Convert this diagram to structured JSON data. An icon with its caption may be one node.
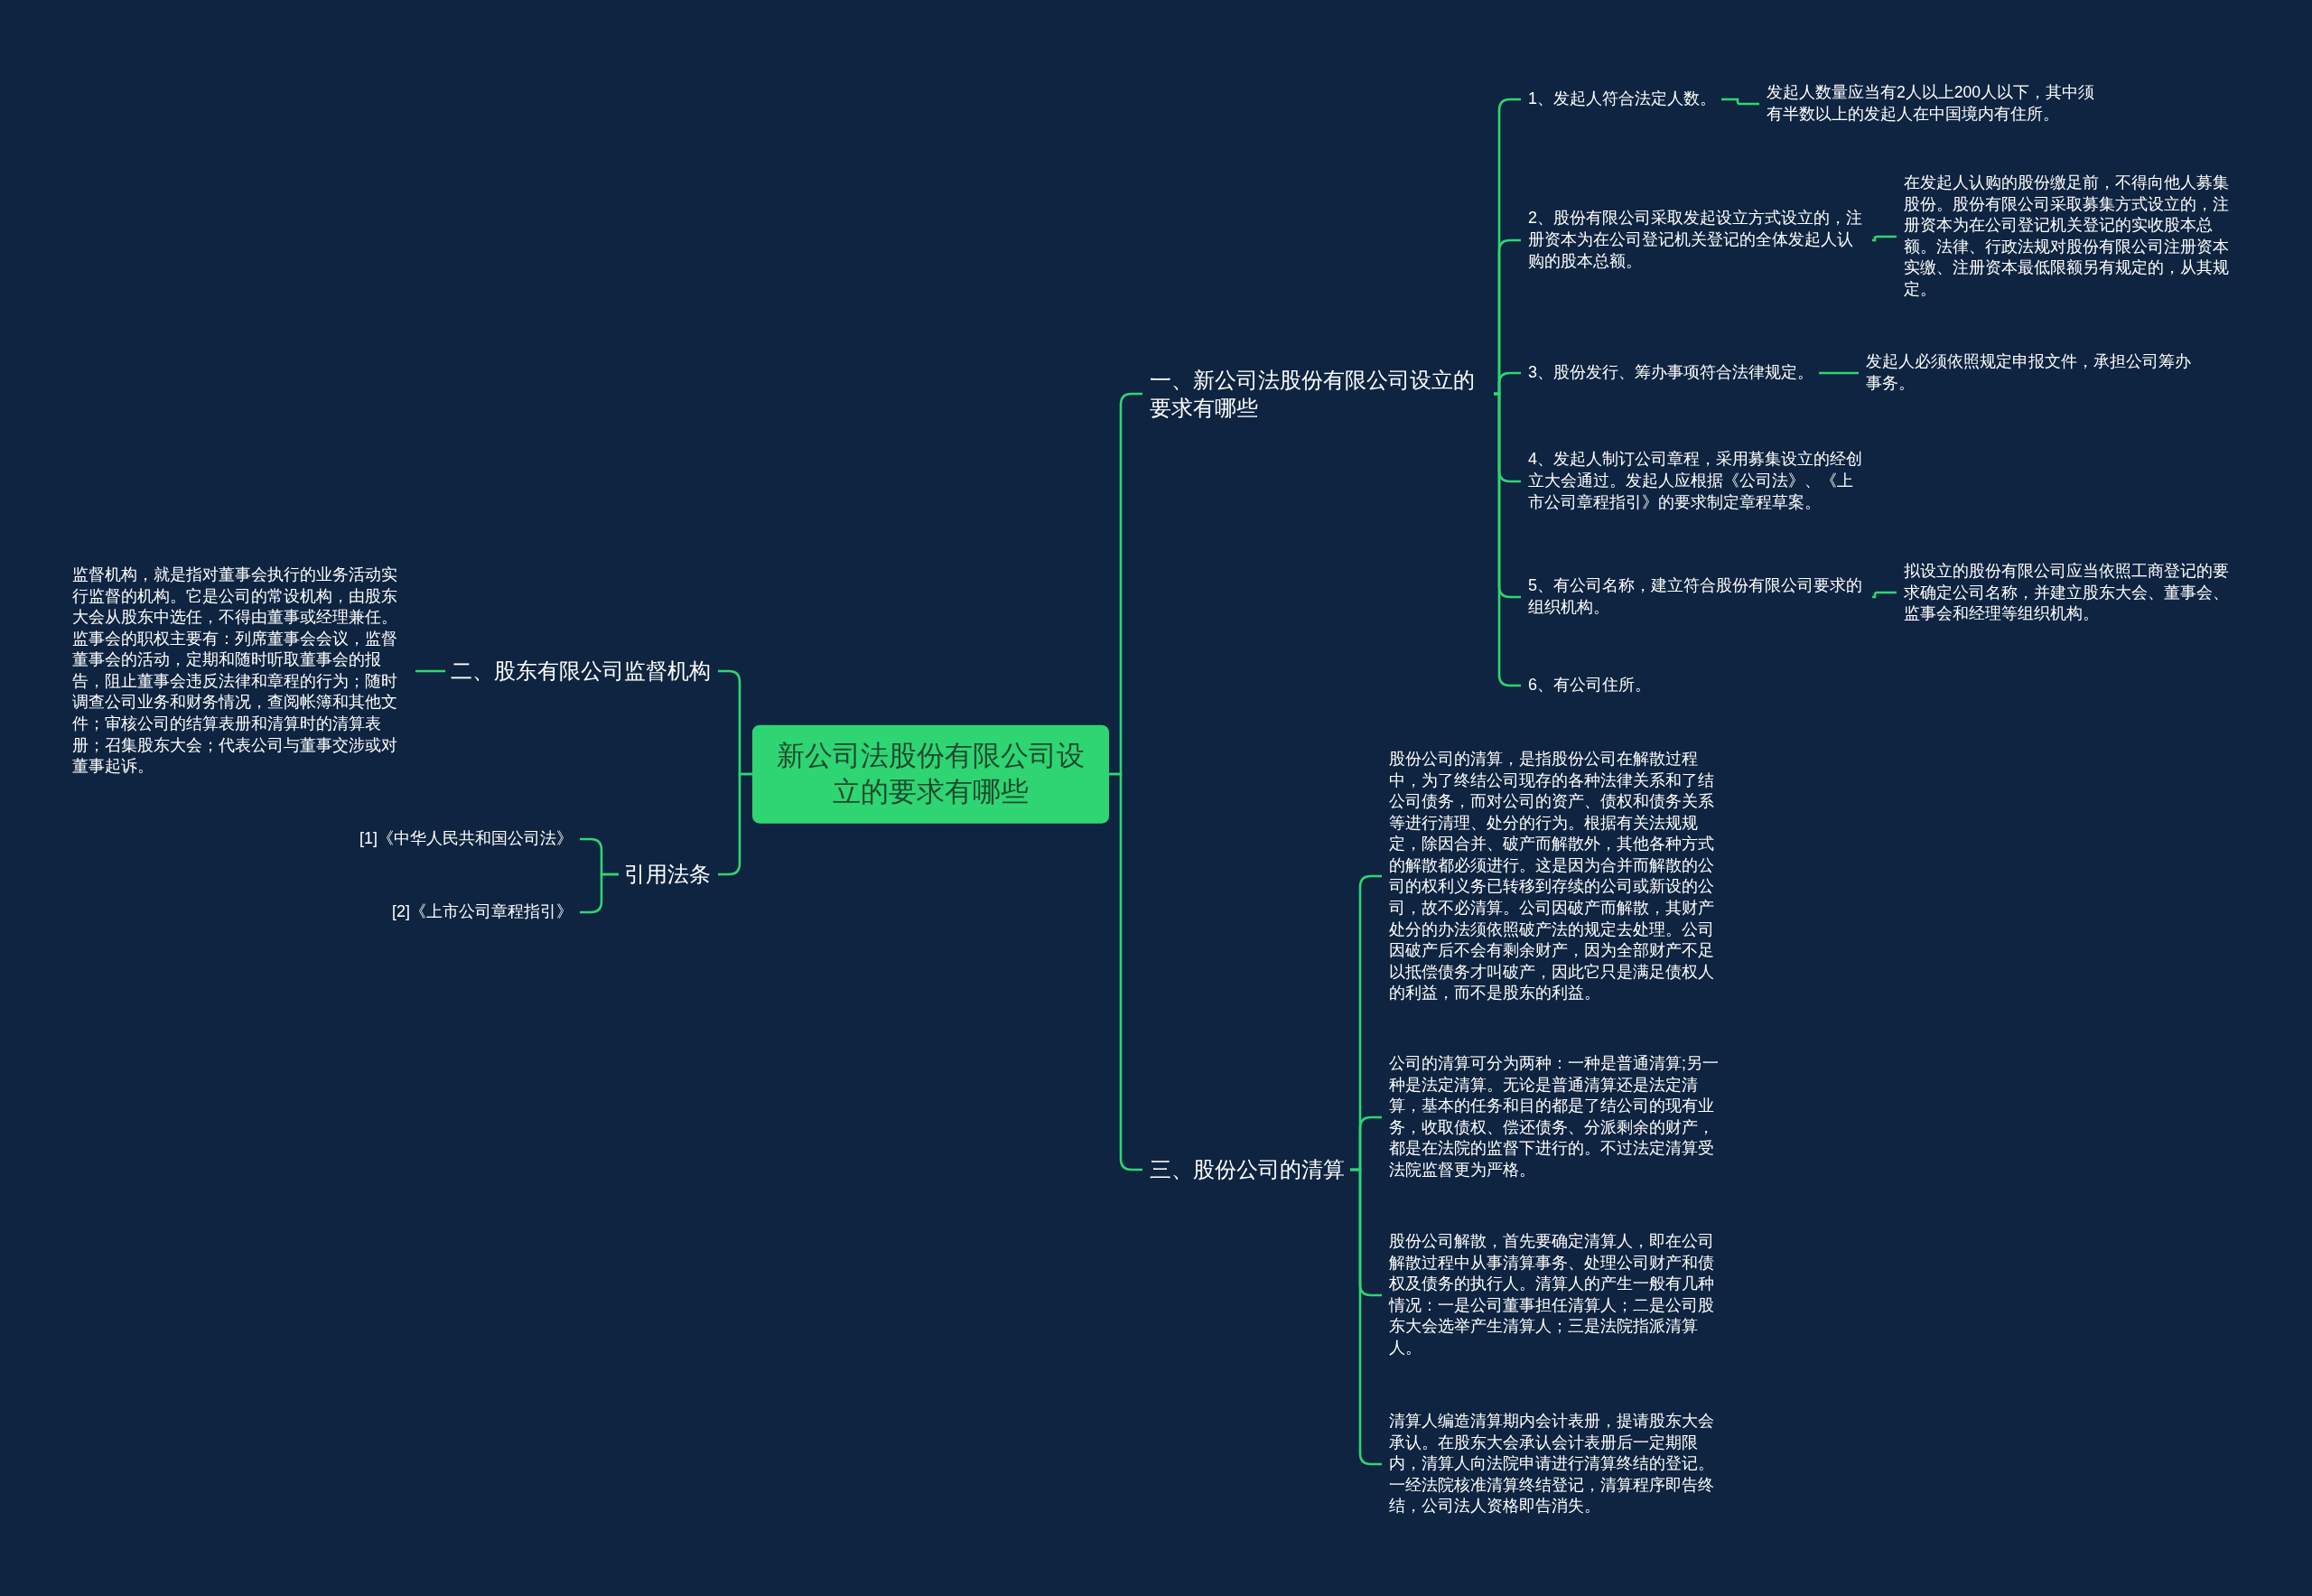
{
  "diagram": {
    "nodes": [
      {
        "text": [
          "新公司法股份有限公司设立的要求有哪些"
        ]
      },
      {
        "text": [
          "一、新公司法股份有限公司设立的要求有哪些"
        ]
      },
      {
        "text": [
          "1、发起人符合法定人数。"
        ]
      },
      {
        "text": [
          "发起人数量应当有2人以上200人以下，其中须有半数以上的发起人在中国境内有住所。"
        ]
      },
      {
        "text": [
          "2、股份有限公司采取发起设立方式设立的，注册资本为在公司登记机关登记的全体发起人认购的股本总额。"
        ]
      },
      {
        "text": [
          "在发起人认购的股份缴足前，不得向他人募集股份。股份有限公司采取募集方式设立的，注册资本为在公司登记机关登记的实收股本总额。法律、行政法规对股份有限公司注册资本实缴、注册资本最低限额另有规定的，从其规定。"
        ]
      },
      {
        "text": [
          "3、股份发行、筹办事项符合法律规定。"
        ]
      },
      {
        "text": [
          "发起人必须依照规定申报文件，承担公司筹办事务。"
        ]
      },
      {
        "text": [
          "4、发起人制订公司章程，采用募集设立的经创立大会通过。发起人应根据《公司法》、《上市公司章程指引》的要求制定章程草案。"
        ]
      },
      {
        "text": [
          "5、有公司名称，建立符合股份有限公司要求的组织机构。"
        ]
      },
      {
        "text": [
          "拟设立的股份有限公司应当依照工商登记的要求确定公司名称，并建立股东大会、董事会、监事会和经理等组织机构。"
        ]
      },
      {
        "text": [
          "6、有公司住所。"
        ]
      },
      {
        "text": [
          "二、股东有限公司监督机构"
        ]
      },
      {
        "text": [
          "监督机构，就是指对董事会执行的业务活动实行监督的机构。它是公司的常设机构，由股东大会从股东中选任，不得由董事或经理兼任。监事会的职权主要有：列席董事会会议，监督董事会的活动，定期和随时听取董事会的报告，阻止董事会违反法律和章程的行为；随时调查公司业务和财务情况，查阅帐簿和其他文件；审核公司的结算表册和清算时的清算表册；召集股东大会；代表公司与董事交涉或对董事起诉。"
        ]
      },
      {
        "text": [
          "引用法条"
        ]
      },
      {
        "text": [
          "[1]《中华人民共和国公司法》"
        ]
      },
      {
        "text": [
          "[2]《上市公司章程指引》"
        ]
      },
      {
        "text": [
          "三、股份公司的清算"
        ]
      },
      {
        "text": [
          "股份公司的清算，是指股份公司在解散过程中，为了终结公司现存的各种法律关系和了结公司债务，而对公司的资产、债权和债务关系等进行清理、处分的行为。根据有关法规规定，除因合并、破产而解散外，其他各种方式的解散都必须进行。这是因为合并而解散的公司的权利义务已转移到存续的公司或新设的公司，故不必清算。公司因破产而解散，其财产处分的办法须依照破产法的规定去处理。公司因破产后不会有剩余财产，因为全部财产不足以抵偿债务才叫破产，因此它只是满足债权人的利益，而不是股东的利益。"
        ]
      },
      {
        "text": [
          "公司的清算可分为两种：一种是普通清算;另一种是法定清算。无论是普通清算还是法定清算，基本的任务和目的都是了结公司的现有业务，收取债权、偿还债务、分派剩余的财产，都是在法院的监督下进行的。不过法定清算受法院监督更为严格。"
        ]
      },
      {
        "text": [
          "股份公司解散，首先要确定清算人，即在公司解散过程中从事清算事务、处理公司财产和债权及债务的执行人。清算人的产生一般有几种情况：一是公司董事担任清算人；二是公司股东大会选举产生清算人；三是法院指派清算人。"
        ]
      },
      {
        "text": [
          "清算人编造清算期内会计表册，提请股东大会承认。在股东大会承认会计表册后一定期限内，清算人向法院申请进行清算终结的登记。一经法院核准清算终结登记，清算程序即告终结，公司法人资格即告消失。"
        ]
      }
    ],
    "edges": [
      {
        "from": 0,
        "to": 1,
        "arrow": "none"
      },
      {
        "from": 1,
        "to": 2,
        "arrow": "none"
      },
      {
        "from": 2,
        "to": 3,
        "arrow": "none"
      },
      {
        "from": 1,
        "to": 4,
        "arrow": "none"
      },
      {
        "from": 4,
        "to": 5,
        "arrow": "none"
      },
      {
        "from": 1,
        "to": 6,
        "arrow": "none"
      },
      {
        "from": 6,
        "to": 7,
        "arrow": "none"
      },
      {
        "from": 1,
        "to": 8,
        "arrow": "none"
      },
      {
        "from": 1,
        "to": 9,
        "arrow": "none"
      },
      {
        "from": 9,
        "to": 10,
        "arrow": "none"
      },
      {
        "from": 1,
        "to": 11,
        "arrow": "none"
      },
      {
        "from": 0,
        "to": 12,
        "arrow": "none"
      },
      {
        "from": 12,
        "to": 13,
        "arrow": "none"
      },
      {
        "from": 0,
        "to": 14,
        "arrow": "none"
      },
      {
        "from": 14,
        "to": 15,
        "arrow": "none"
      },
      {
        "from": 14,
        "to": 16,
        "arrow": "none"
      },
      {
        "from": 0,
        "to": 17,
        "arrow": "none"
      },
      {
        "from": 17,
        "to": 18,
        "arrow": "none"
      },
      {
        "from": 17,
        "to": 19,
        "arrow": "none"
      },
      {
        "from": 17,
        "to": 20,
        "arrow": "none"
      },
      {
        "from": 17,
        "to": 21,
        "arrow": "none"
      }
    ]
  }
}
